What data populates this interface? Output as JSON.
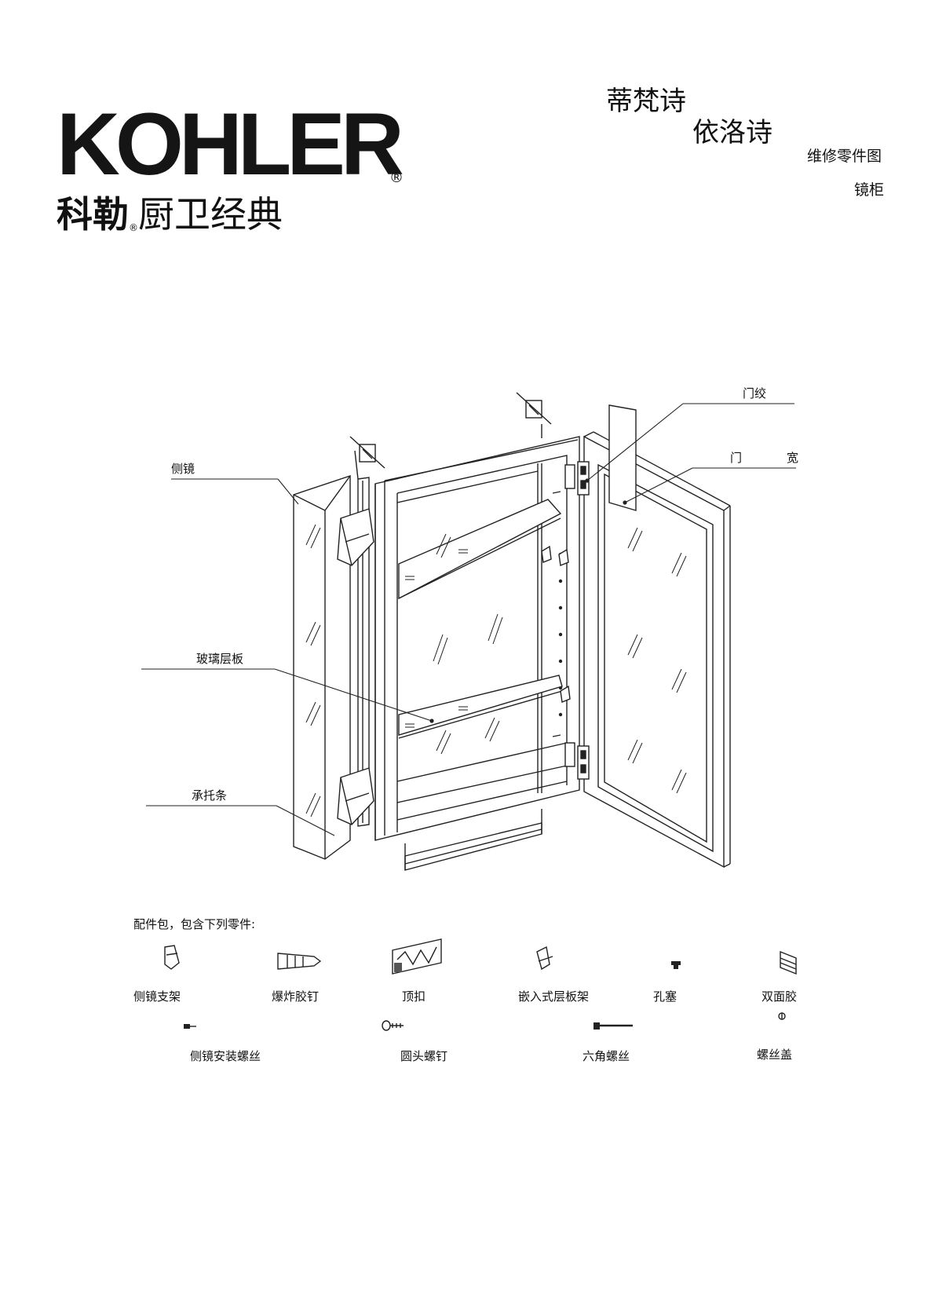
{
  "header": {
    "brand_logo_text": "KOHLER",
    "brand_reg_mark": "®",
    "brand_cn_bold": "科勒",
    "brand_cn_reg": "®",
    "brand_cn_thin": "厨卫经典",
    "series_1": "蒂梵诗",
    "series_2": "依洛诗",
    "doc_type": "维修零件图",
    "product": "镜柜"
  },
  "callouts": {
    "hinge": "门绞",
    "door": "门",
    "width": "宽",
    "side_mirror": "侧镜",
    "glass_shelf": "玻璃层板",
    "support_strip": "承托条"
  },
  "kit": {
    "title": "配件包，包含下列零件:",
    "parts_row1": [
      "侧镜支架",
      "爆炸胶钉",
      "顶扣",
      "嵌入式层板架",
      "孔塞",
      "双面胶"
    ],
    "parts_row2": [
      "侧镜安装螺丝",
      "圆头螺钉",
      "六角螺丝",
      "螺丝盖"
    ]
  },
  "colors": {
    "line": "#222222",
    "text": "#111111"
  }
}
